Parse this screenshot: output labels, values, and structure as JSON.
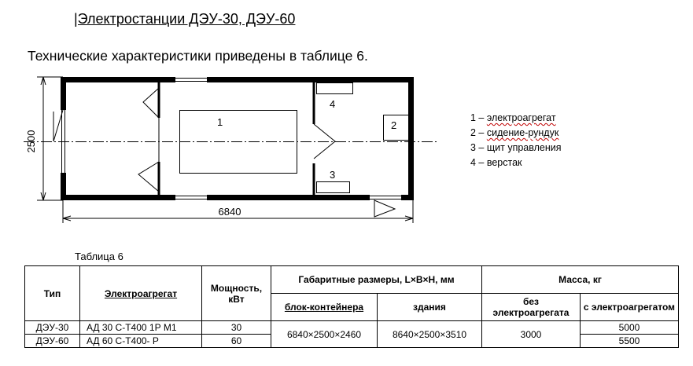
{
  "header": {
    "title": "|Электростанции ДЭУ-30, ДЭУ-60",
    "subtitle": "Технические характеристики приведены в таблице 6."
  },
  "drawing": {
    "dim_height": "2500",
    "dim_length": "6840",
    "callouts": [
      "1",
      "2",
      "3",
      "4"
    ]
  },
  "legend": {
    "items": [
      {
        "num": "1",
        "sep": " – ",
        "text": "электроагрегат"
      },
      {
        "num": "2",
        "sep": " – ",
        "text": "сидение-рундук"
      },
      {
        "num": "3",
        "sep": " – ",
        "text": "щит управления"
      },
      {
        "num": "4",
        "sep": " – ",
        "text": "верстак"
      }
    ]
  },
  "table": {
    "caption": "Таблица 6",
    "headers": {
      "type": "Тип",
      "generator": "Электроагрегат",
      "power": "Мощность, кВт",
      "dims": "Габаритные размеры, L×B×H, мм",
      "dims_container": "блок-контейнера",
      "dims_building": "здания",
      "mass": "Масса, кг",
      "mass_without": "без электроагрегата",
      "mass_with": "с электроагрегатом"
    },
    "rows": [
      {
        "type": "ДЭУ-30",
        "generator": "АД 30 С-Т400 1Р М1",
        "power": "30",
        "mass_with": "5000"
      },
      {
        "type": "ДЭУ-60",
        "generator": "АД 60 С-Т400- Р",
        "power": "60",
        "mass_with": "5500"
      }
    ],
    "shared": {
      "dims_container": "6840×2500×2460",
      "dims_building": "8640×2500×3510",
      "mass_without": "3000"
    }
  }
}
